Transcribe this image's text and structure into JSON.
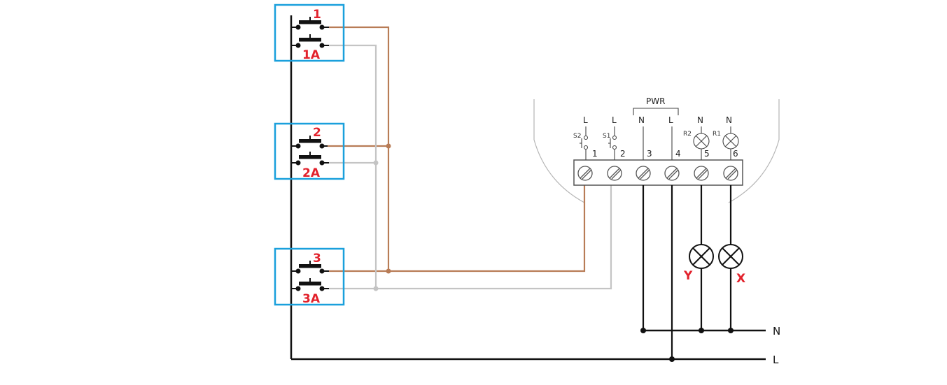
{
  "colors": {
    "brown_wire": "#b87c56",
    "gray_wire": "#c4c4c4",
    "black_wire": "#111111",
    "switch_box": "#1aa0dc",
    "label_red": "#e2222c"
  },
  "switch_groups": [
    {
      "top_label": "1",
      "bottom_label": "1A"
    },
    {
      "top_label": "2",
      "bottom_label": "2A"
    },
    {
      "top_label": "3",
      "bottom_label": "3A"
    }
  ],
  "module": {
    "pwr_label": "PWR",
    "inputs": [
      {
        "line": "L",
        "switch": "S2"
      },
      {
        "line": "L",
        "switch": "S1"
      }
    ],
    "pwr_lines": [
      "N",
      "L"
    ],
    "relays": [
      {
        "line": "N",
        "name": "R2"
      },
      {
        "line": "N",
        "name": "R1"
      }
    ],
    "terminals": [
      "1",
      "2",
      "3",
      "4",
      "5",
      "6"
    ]
  },
  "lamps": [
    "Y",
    "X"
  ],
  "bus": {
    "neutral": "N",
    "live": "L"
  }
}
